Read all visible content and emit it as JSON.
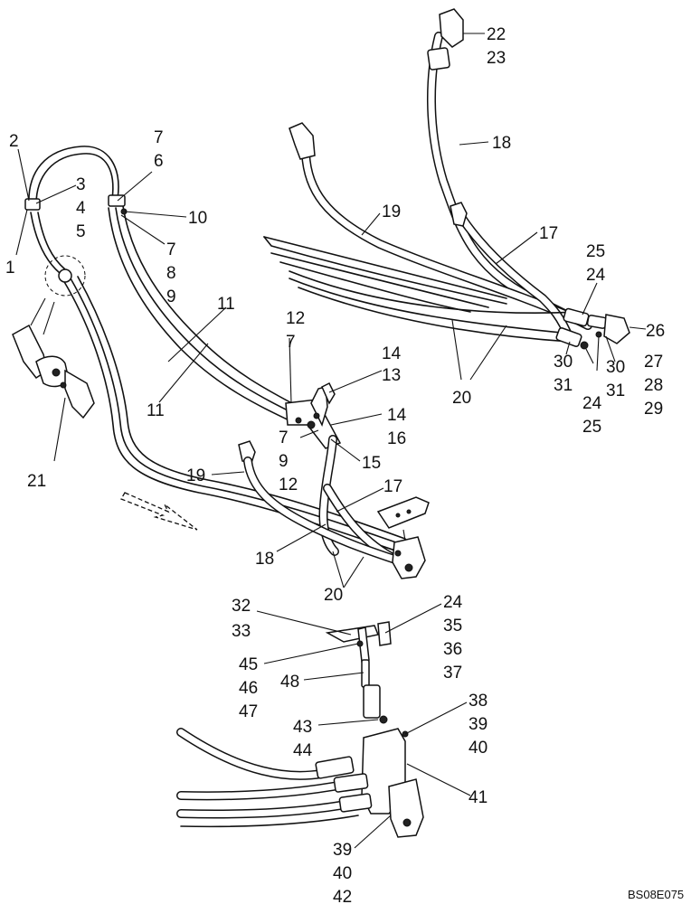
{
  "diagram_code": "BS08E075",
  "callouts": {
    "c2": "2",
    "c3": "3",
    "c4": "4",
    "c5": "5",
    "c1": "1",
    "c7a": "7",
    "c6": "6",
    "c10": "10",
    "c7b": "7",
    "c8": "8",
    "c9a": "9",
    "c11a": "11",
    "c11b": "11",
    "c21": "21",
    "c22": "22",
    "c23": "23",
    "c18a": "18",
    "c19a": "19",
    "c17a": "17",
    "c25a": "25",
    "c24a": "24",
    "c26": "26",
    "c30a": "30",
    "c31a": "31",
    "c30b": "30",
    "c31b": "31",
    "c27": "27",
    "c28": "28",
    "c29": "29",
    "c24b": "24",
    "c25b": "25",
    "c20a": "20",
    "c12a": "12",
    "c7c": "7",
    "c14a": "14",
    "c13": "13",
    "c14b": "14",
    "c16": "16",
    "c7d": "7",
    "c9b": "9",
    "c15": "15",
    "c12b": "12",
    "c19b": "19",
    "c17b": "17",
    "c18b": "18",
    "c20b": "20",
    "c32": "32",
    "c33": "33",
    "c24c": "24",
    "c35": "35",
    "c36": "36",
    "c37": "37",
    "c45": "45",
    "c46": "46",
    "c47": "47",
    "c48": "48",
    "c43": "43",
    "c44": "44",
    "c38": "38",
    "c39a": "39",
    "c40a": "40",
    "c41": "41",
    "c39b": "39",
    "c40b": "40",
    "c42": "42"
  },
  "icons": {
    "direction_arrow": "direction-arrow-icon"
  }
}
